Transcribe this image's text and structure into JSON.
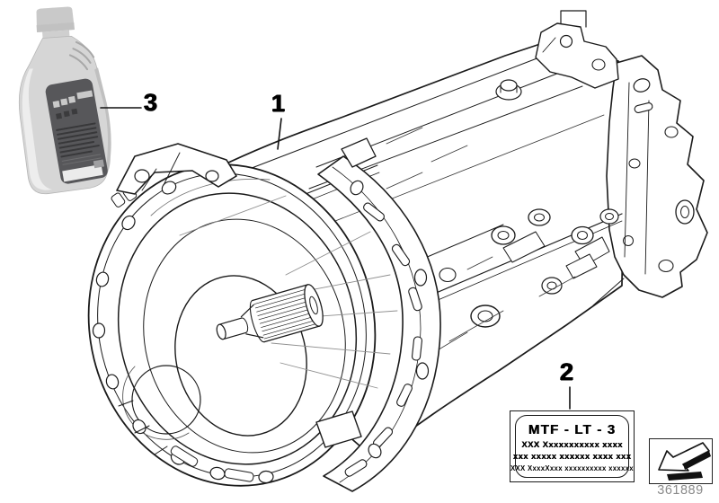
{
  "figure": {
    "type": "technical-parts-diagram",
    "subject": "manual gearbox with transmission fluid bottle and specification plate"
  },
  "callouts": {
    "c1": "1",
    "c2": "2",
    "c3": "3"
  },
  "plate": {
    "title": "MTF - LT - 3",
    "lines": [
      "XXX Xxxxxxxxxxx xxxx",
      "xxx xxxxx xxxxxx xxxx xxx",
      "XXX XxxxXxxx xxxxxxxxxx xxxxxx"
    ]
  },
  "footer": {
    "diagram_number": "361889"
  },
  "icons": {
    "direction_arrow": "3d-arrow-pointing-lower-left"
  },
  "colors": {
    "line_art": "#1b1b1b",
    "bottle_body": "#d6d6d6",
    "bottle_label": "#57575a",
    "diagram_number_text": "#8a8a8a",
    "background": "#ffffff"
  }
}
